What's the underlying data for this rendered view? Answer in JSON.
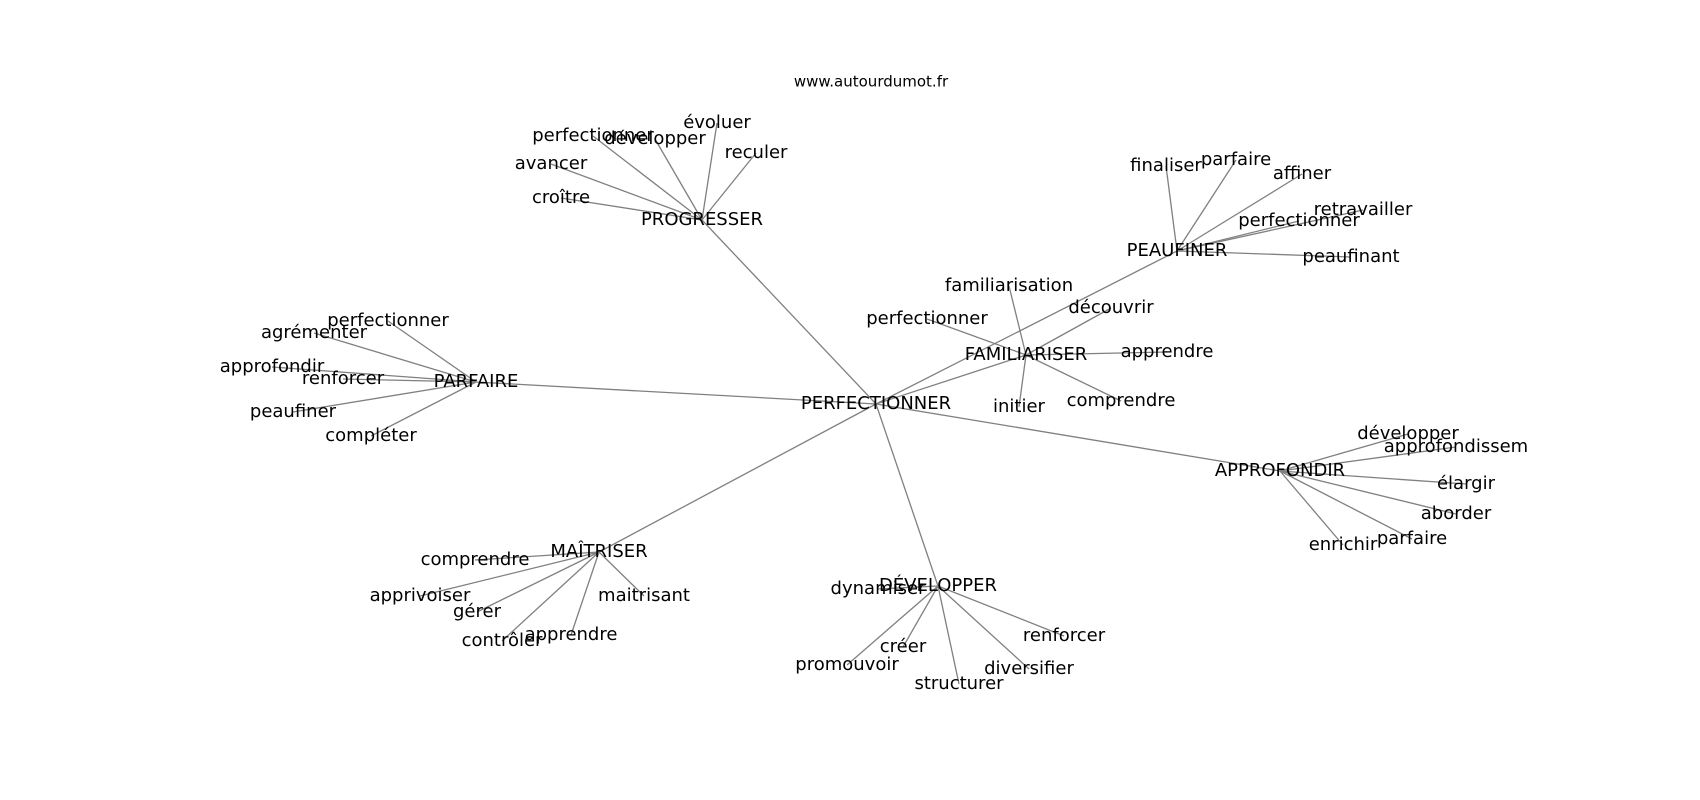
{
  "source": "www.autourdumot.fr",
  "colors": {
    "edge": "#808080",
    "text": "#000000",
    "background": "#ffffff"
  },
  "graph": {
    "center": "PERFECTIONNER",
    "hubs": [
      {
        "id": "PROGRESSER",
        "label": "PROGRESSER",
        "words": [
          "perfectionner",
          "développer",
          "évoluer",
          "reculer",
          "avancer",
          "croître"
        ]
      },
      {
        "id": "PEAUFINER",
        "label": "PEAUFINER",
        "words": [
          "finaliser",
          "parfaire",
          "affiner",
          "retravailler",
          "perfectionner",
          "peaufinant"
        ]
      },
      {
        "id": "FAMILIARISER",
        "label": "FAMILIARISER",
        "words": [
          "familiarisation",
          "perfectionner",
          "découvrir",
          "apprendre",
          "initier",
          "comprendre"
        ]
      },
      {
        "id": "PARFAIRE",
        "label": "PARFAIRE",
        "words": [
          "perfectionner",
          "agrémenter",
          "approfondir",
          "renforcer",
          "peaufiner",
          "compléter"
        ]
      },
      {
        "id": "APPROFONDIR",
        "label": "APPROFONDIR",
        "words": [
          "développer",
          "approfondissem",
          "élargir",
          "aborder",
          "parfaire",
          "enrichir"
        ]
      },
      {
        "id": "MAITRISER",
        "label": "MAÎTRISER",
        "words": [
          "comprendre",
          "apprivoiser",
          "gérer",
          "contrôler",
          "apprendre",
          "maitrisant"
        ]
      },
      {
        "id": "DEVELOPPER",
        "label": "DÉVELOPPER",
        "words": [
          "dynamiser",
          "créer",
          "promouvoir",
          "structurer",
          "diversifier",
          "renforcer"
        ]
      }
    ]
  }
}
